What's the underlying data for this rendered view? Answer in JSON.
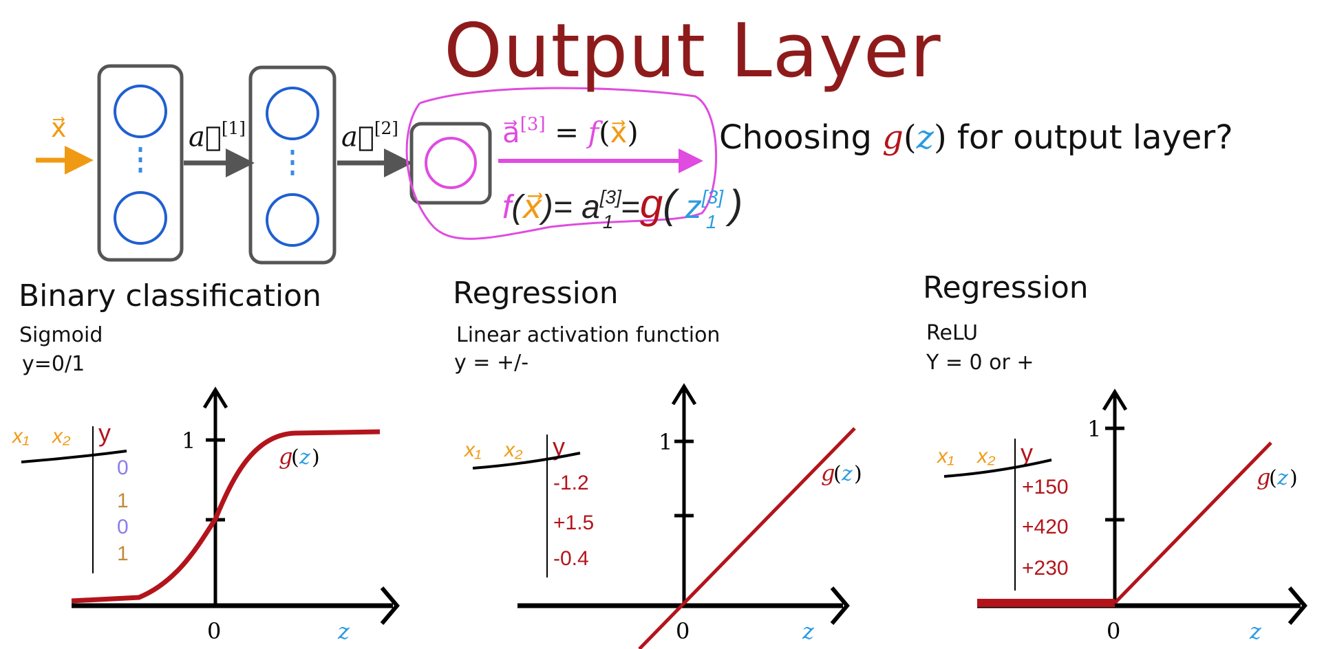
{
  "title": "Output Layer",
  "network": {
    "input_label": "x⃗",
    "hidden1_label": "a⃗",
    "hidden1_sup": "[1]",
    "hidden2_label": "a⃗",
    "hidden2_sup": "[2]",
    "output_eq": {
      "a": "a⃗",
      "sup": "[3]",
      "eq": " = ",
      "f": "f",
      "open": "(",
      "x": "x⃗",
      "close": ")"
    },
    "handwritten": {
      "f": "f",
      "open": "(",
      "x": "x⃗",
      "close": ")",
      "eq1": "= a",
      "sub1": "1",
      "sup1": "[3]",
      "eq2": "=",
      "g": "g",
      "open2": "(",
      "z": "z",
      "sub2": "1",
      "sup2": "[3]",
      "close2": ")"
    }
  },
  "question": {
    "pre": "Choosing ",
    "g": "g",
    "open": "(",
    "z": "z",
    "close": ")",
    "post": " for output layer?"
  },
  "panels": [
    {
      "heading": "Binary classification",
      "activation": "Sigmoid",
      "target": "y=0/1",
      "table": {
        "headers": [
          "x₁",
          "x₂",
          "y"
        ],
        "values": [
          "0",
          "1",
          "0",
          "1"
        ]
      },
      "y_tick": "1",
      "x_tick": "0",
      "x_label": "z",
      "curve_label_g": "g",
      "curve_label_z": "z",
      "curve": "sigmoid"
    },
    {
      "heading": "Regression",
      "activation": "Linear activation function",
      "target": "y = +/-",
      "table": {
        "headers": [
          "x₁",
          "x₂",
          "y"
        ],
        "values": [
          "-1.2",
          "+1.5",
          "-0.4"
        ]
      },
      "y_tick": "1",
      "x_tick": "0",
      "x_label": "z",
      "curve_label_g": "g",
      "curve_label_z": "z",
      "curve": "linear"
    },
    {
      "heading": "Regression",
      "activation": "ReLU",
      "target": "Y = 0 or +",
      "table": {
        "headers": [
          "x₁",
          "x₂",
          "y"
        ],
        "values": [
          "+150",
          "+420",
          "+230"
        ]
      },
      "y_tick": "1",
      "x_tick": "0",
      "x_label": "z",
      "curve_label_g": "g",
      "curve_label_z": "z",
      "curve": "relu"
    }
  ],
  "colors": {
    "title": "#8e1b1b",
    "pink": "#e04be0",
    "orange": "#f09a14",
    "neuron": "#1f5fd1",
    "curve": "#b3141b",
    "z": "#2a9be0"
  }
}
